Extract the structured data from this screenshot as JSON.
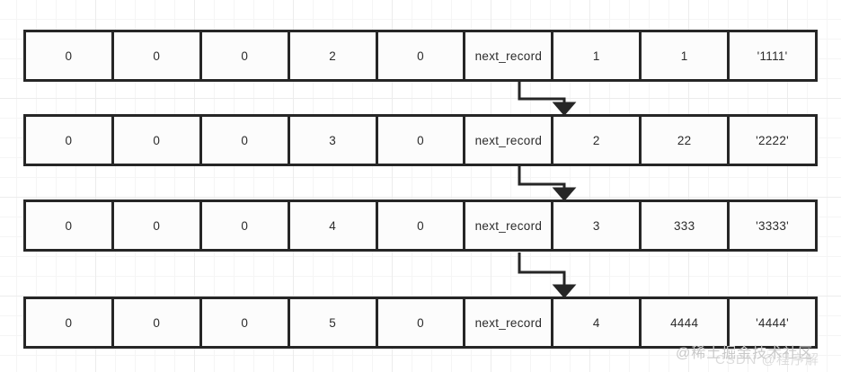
{
  "diagram": {
    "type": "linked-record-list",
    "columns": 9,
    "rows": [
      {
        "name": "record-row-1",
        "cells": [
          "0",
          "0",
          "0",
          "2",
          "0",
          "next_record",
          "1",
          "1",
          "'1111'"
        ]
      },
      {
        "name": "record-row-2",
        "cells": [
          "0",
          "0",
          "0",
          "3",
          "0",
          "next_record",
          "2",
          "22",
          "'2222'"
        ]
      },
      {
        "name": "record-row-3",
        "cells": [
          "0",
          "0",
          "0",
          "4",
          "0",
          "next_record",
          "3",
          "333",
          "'3333'"
        ]
      },
      {
        "name": "record-row-4",
        "cells": [
          "0",
          "0",
          "0",
          "5",
          "0",
          "next_record",
          "4",
          "4444",
          "'4444'"
        ]
      }
    ],
    "connectors": [
      {
        "name": "next-record-arrow-1-to-2",
        "from_row": 1,
        "to_row": 2
      },
      {
        "name": "next-record-arrow-2-to-3",
        "from_row": 2,
        "to_row": 3
      },
      {
        "name": "next-record-arrow-3-to-4",
        "from_row": 3,
        "to_row": 4
      }
    ],
    "colors": {
      "border": "#262626",
      "text": "#2b2b2b",
      "grid_minor": "#f5f5f5",
      "grid_major": "#ececec",
      "cell_fill": "#fcfcfc",
      "watermark": "#c9c9c9"
    }
  },
  "watermarks": {
    "primary": "@稀土掘金技术社区",
    "secondary": "CSDN @程序解"
  }
}
